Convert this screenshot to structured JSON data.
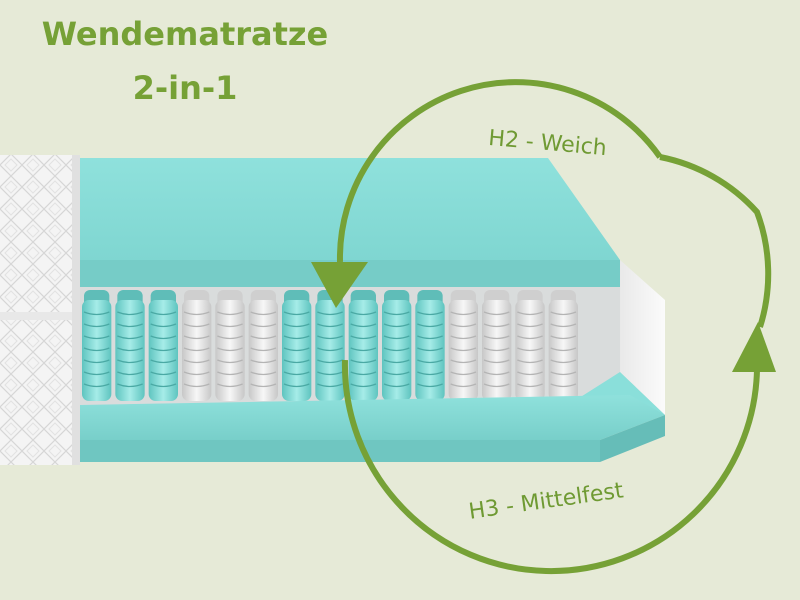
{
  "title": {
    "line1": "Wendematratze",
    "line2": "2-in-1"
  },
  "labels": {
    "top": "H2 - Weich",
    "bottom": "H3 - Mittelfest"
  },
  "colors": {
    "background": "#e6ead7",
    "accent_green": "#76a136",
    "foam_turquoise": "#86ded9",
    "coil_turquoise": "#7fd3cf",
    "coil_white": "#e3e3e3",
    "cover_white": "#f4f4f4"
  },
  "spring_pattern": [
    "turquoise",
    "turquoise",
    "turquoise",
    "white",
    "white",
    "white",
    "turquoise",
    "turquoise",
    "turquoise",
    "turquoise",
    "turquoise",
    "white",
    "white",
    "white",
    "white"
  ]
}
